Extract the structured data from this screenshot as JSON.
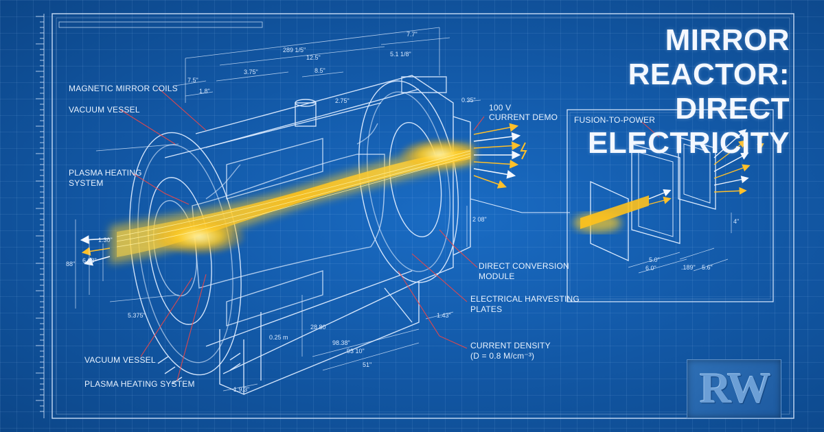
{
  "title": {
    "line1": "MIRROR REACTOR:",
    "line2": "DIRECT ELECTRICITY"
  },
  "labels": {
    "magnetic_mirror_coils": "MAGNETIC MIRROR COILS",
    "vacuum_vessel_top": "VACUUM VESSEL",
    "plasma_heating_system_line1": "PLASMA HEATING",
    "plasma_heating_system_line2": "SYSTEM",
    "current_demo_line1": "100 V",
    "current_demo_line2": "CURRENT DEMO",
    "direct_conversion_line1": "DIRECT CONVERSION",
    "direct_conversion_line2": "MODULE",
    "electrical_harvesting_line1": "ELECTRICAL HARVESTING",
    "electrical_harvesting_line2": "PLATES",
    "current_density_line1": "CURRENT DENSITY",
    "current_density_line2": "(D = 0.8 M/cm⁻³)",
    "vacuum_vessel_bottom": "VACUUM VESSEL",
    "plasma_heating_system_bottom": "PLASMA HEATING SYSTEM"
  },
  "inset": {
    "label": "FUSION-TO-POWER",
    "dims": [
      "5.0\"",
      "6.0\"",
      ".189\"",
      "5.6\"",
      "4\""
    ]
  },
  "dimensions": [
    "7.7\"",
    "289 1/5\"",
    "12.5\"",
    "5.1 1/8\"",
    "7.5\"",
    "3.75\"",
    "8.5\"",
    "1.8\"",
    "0.35\"",
    "2.75\"",
    "1.30\"",
    "88\"",
    "6 08\"",
    "5.375\"",
    "0.25 m",
    "28 80",
    "1.43\"",
    "98.38\"",
    "93 10\"",
    "51\"",
    "1.9.3\"",
    "2 08\""
  ],
  "logo": {
    "text": "RW"
  },
  "colors": {
    "background": "#135aa9",
    "line": "#dcebff",
    "plasma": "#ffcc22",
    "arrow_gold": "#ffc02a",
    "arrow_white": "#f4f8ff"
  }
}
